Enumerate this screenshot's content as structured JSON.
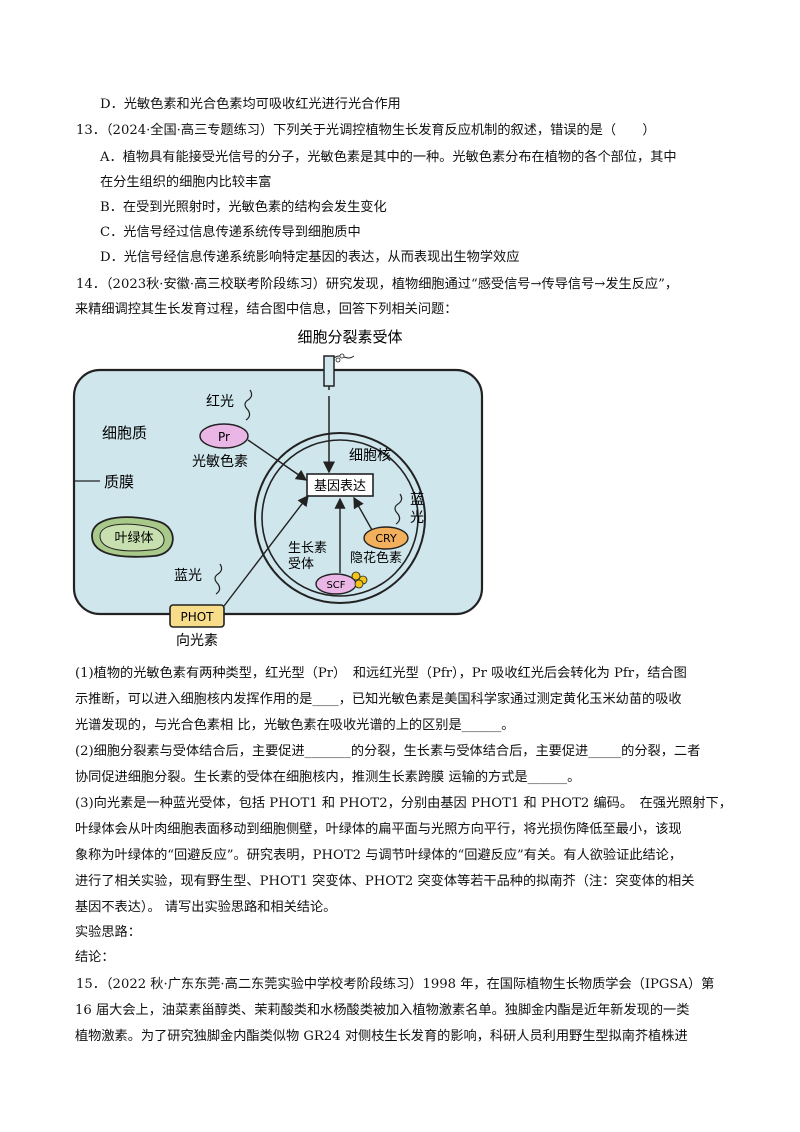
{
  "q12": {
    "option_d": "D．光敏色素和光合色素均可吸收红光进行光合作用"
  },
  "q13": {
    "stem": "13．（2024·全国·高三专题练习）下列关于光调控植物生长发育反应机制的叙述，错误的是（　　）",
    "option_a_line1": "A．植物具有能接受光信号的分子，光敏色素是其中的一种。光敏色素分布在植物的各个部位，其中",
    "option_a_line2": "在分生组织的细胞内比较丰富",
    "option_b": "B．在受到光照射时，光敏色素的结构会发生变化",
    "option_c": "C．光信号经过信息传递系统传导到细胞质中",
    "option_d": "D．光信号经信息传递系统影响特定基因的表达，从而表现出生物学效应"
  },
  "q14": {
    "stem_line1": "14．（2023秋·安徽·高三校联考阶段练习）研究发现，植物细胞通过“感受信号→传导信号→发生反应”，",
    "stem_line2": "来精细调控其生长发育过程，结合图中信息，回答下列相关问题：",
    "diagram": {
      "cytokinin_receptor": "细胞分裂素受体",
      "cytoplasm": "细胞质",
      "membrane": "质膜",
      "chloroplast": "叶绿体",
      "red_light": "红光",
      "pr": "Pr",
      "phytochrome": "光敏色素",
      "nucleus": "细胞核",
      "gene_expression": "基因表达",
      "blue_light_nucleus_1": "蓝",
      "blue_light_nucleus_2": "光",
      "cry": "CRY",
      "cryptochrome": "隐花色素",
      "auxin_receptor_1": "生长素",
      "auxin_receptor_2": "受体",
      "scf": "SCF",
      "blue_light_membrane": "蓝光",
      "phot": "PHOT",
      "phototropin": "向光素"
    },
    "part1_line1": "(1)植物的光敏色素有两种类型，红光型（Pr）　和远红光型（Pfr），Pr 吸收红光后会转化为 Pfr，结合图",
    "part1_line2": "示推断，可以进入细胞核内发挥作用的是____，已知光敏色素是美国科学家通过测定黄化玉米幼苗的吸收",
    "part1_line3": "光谱发现的，与光合色素相 比，光敏色素在吸收光谱的上的区别是______。",
    "part2_line1": "(2)细胞分裂素与受体结合后，主要促进_______的分裂，生长素与受体结合后，主要促进_____的分裂，二者",
    "part2_line2": "协同促进细胞分裂。生长素的受体在细胞核内，推测生长素跨膜 运输的方式是______。",
    "part3_line1": "(3)向光素是一种蓝光受体，包括 PHOT1 和 PHOT2，分别由基因 PHOT1 和 PHOT2 编码。　在强光照射下，",
    "part3_line2": "叶绿体会从叶肉细胞表面移动到细胞侧壁，叶绿体的扁平面与光照方向平行，将光损伤降低至最小，该现",
    "part3_line3": "象称为叶绿体的“回避反应”。研究表明，PHOT2 与调节叶绿体的“回避反应”有关。有人欲验证此结论，",
    "part3_line4": "进行了相关实验，现有野生型、PHOT1 突变体、PHOT2 突变体等若干品种的拟南芥（注：突变体的相关",
    "part3_line5": "基因不表达）。 请写出实验思路和相关结论。",
    "idea_label": "实验思路：",
    "conclusion_label": "结论："
  },
  "q15": {
    "line1": "15．（2022 秋·广东东莞·高二东莞实验中学校考阶段练习）1998 年，在国际植物生长物质学会（IPGSA）第",
    "line2": "16 届大会上，油菜素甾醇类、茉莉酸类和水杨酸类被加入植物激素名单。独脚金内酯是近年新发现的一类",
    "line3": "植物激素。为了研究独脚金内酯类似物 GR24 对侧枝生长发育的影响，科研人员利用野生型拟南芥植株进"
  }
}
